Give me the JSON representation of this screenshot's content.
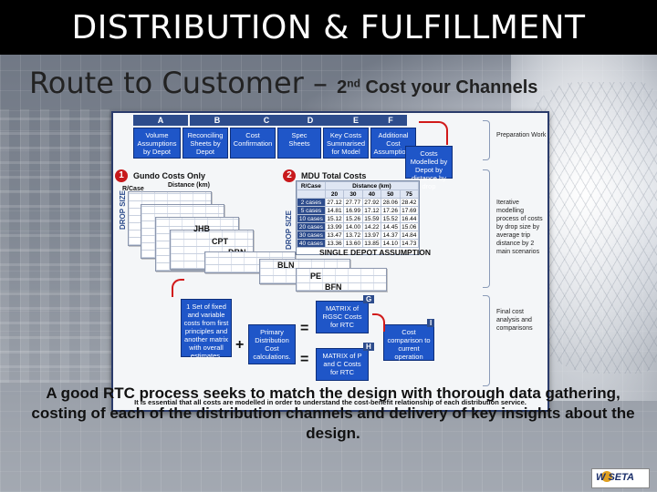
{
  "header": {
    "title": "DISTRIBUTION & FULFILLMENT"
  },
  "subtitle": {
    "main": "Route to Customer – ",
    "ordinal_num": "2",
    "ordinal_sup": "nd",
    "rest": " Cost your Channels"
  },
  "diagram": {
    "columns": [
      "A",
      "B",
      "C",
      "D",
      "E",
      "F"
    ],
    "column_boxes": [
      "Volume Assumptions by Depot",
      "Reconciling Sheets by Depot",
      "Cost Confirmation",
      "Spec Sheets",
      "Key Costs Summarised for Model",
      "Additional Cost Assumptions"
    ],
    "costs_modelled_box": "Costs Modelled by Depot by distance by drop",
    "section1": {
      "number": "1",
      "title": "Gundo Costs Only",
      "row_label": "R/Case",
      "distance_label": "Distance (km)"
    },
    "section2": {
      "number": "2",
      "title": "MDU Total Costs",
      "row_label": "R/Case",
      "distance_label": "Distance (km)",
      "distances": [
        "20",
        "30",
        "40",
        "50",
        "75"
      ],
      "rows": [
        {
          "label": "2 cases",
          "values": [
            "27.12",
            "27.77",
            "27.92",
            "28.06",
            "28.42"
          ]
        },
        {
          "label": "5 cases",
          "values": [
            "14.81",
            "16.99",
            "17.12",
            "17.26",
            "17.69"
          ]
        },
        {
          "label": "10 cases",
          "values": [
            "15.12",
            "15.26",
            "15.59",
            "15.52",
            "16.44"
          ]
        },
        {
          "label": "20 cases",
          "values": [
            "13.99",
            "14.00",
            "14.22",
            "14.45",
            "15.06"
          ]
        },
        {
          "label": "30 cases",
          "values": [
            "13.47",
            "13.72",
            "13.97",
            "14.37",
            "14.84"
          ]
        },
        {
          "label": "40 cases",
          "values": [
            "13.36",
            "13.60",
            "13.85",
            "14.10",
            "14.73"
          ]
        }
      ]
    },
    "drop_size_label": "DROP SIZE",
    "depot_labels": [
      "JHB",
      "CPT",
      "DBN",
      "BLN",
      "PE",
      "BFN"
    ],
    "single_depot_label": "SINGLE DEPOT ASSUMPTION",
    "box_fixed_variable": "1 Set of fixed and variable costs from first principles and another matrix with overall estimates.",
    "box_primary": "Primary Distribution Cost calculations.",
    "box_matrix_g": "MATRIX of RGSC Costs for RTC",
    "box_matrix_h": "MATRIX of P and C Costs for RTC",
    "box_cost_comparison": "Cost comparison to current operation",
    "labels_g_h_i": [
      "G",
      "H",
      "I"
    ],
    "operator_plus": "+",
    "operator_equals": "=",
    "side_notes": {
      "prep": "Preparation Work",
      "iterative": "Iterative modelling process of costs by drop size by average trip distance by 2 main scenarios",
      "final": "Final cost analysis and comparisons"
    },
    "footer": "It is essential that all costs are modelled in order to understand the cost-benefit relationship of each distribution service."
  },
  "caption": {
    "line_part1": "A good RTC process seeks to match the design with thorough data gathering, costing of each of the distribution channels and delivery of key insights about the design."
  },
  "logo": {
    "text": "W SETA"
  }
}
